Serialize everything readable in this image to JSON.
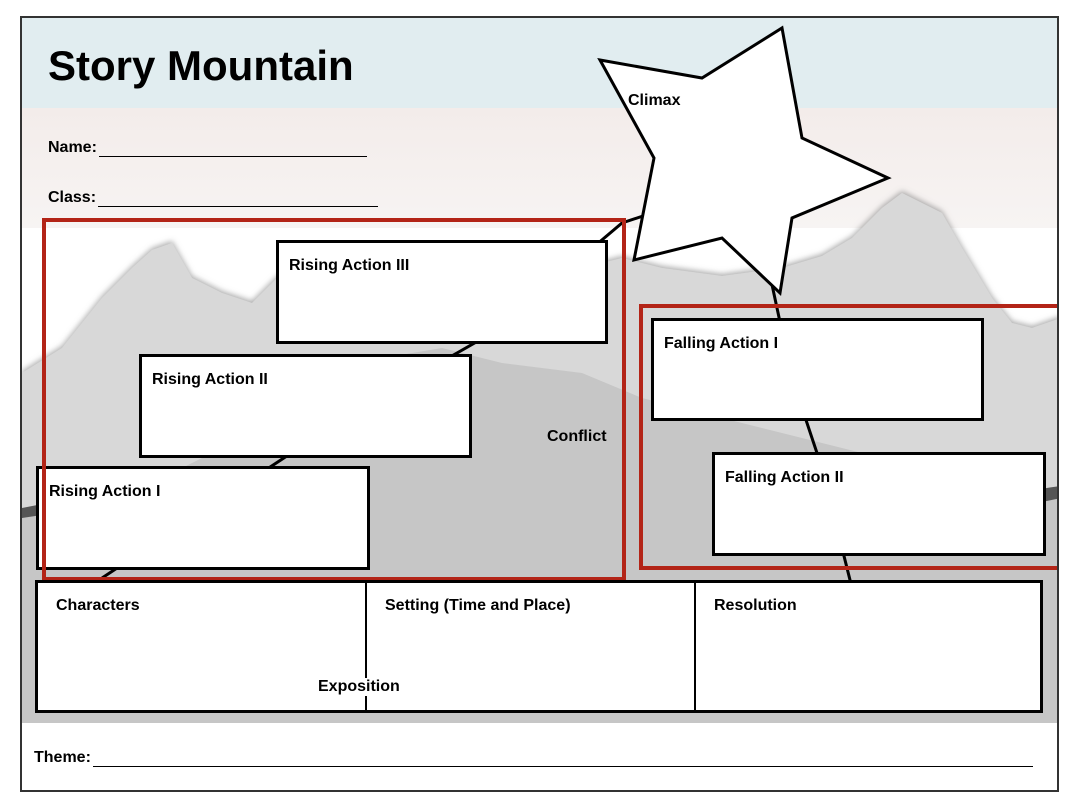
{
  "title": "Story Mountain",
  "fields": {
    "name_label": "Name:",
    "class_label": "Class:",
    "theme_label": "Theme:"
  },
  "labels": {
    "climax": "Climax",
    "conflict": "Conflict",
    "exposition": "Exposition",
    "rising_action_1": "Rising Action I",
    "rising_action_2": "Rising Action II",
    "rising_action_3": "Rising Action III",
    "falling_action_1": "Falling Action I",
    "falling_action_2": "Falling Action II",
    "characters": "Characters",
    "setting": "Setting (Time and Place)",
    "resolution": "Resolution"
  },
  "colors": {
    "title_band": "#e1edf0",
    "highlight_frame": "#b32417",
    "mountain_back": "#d9d9d9",
    "mountain_front": "#c4c4c4"
  }
}
